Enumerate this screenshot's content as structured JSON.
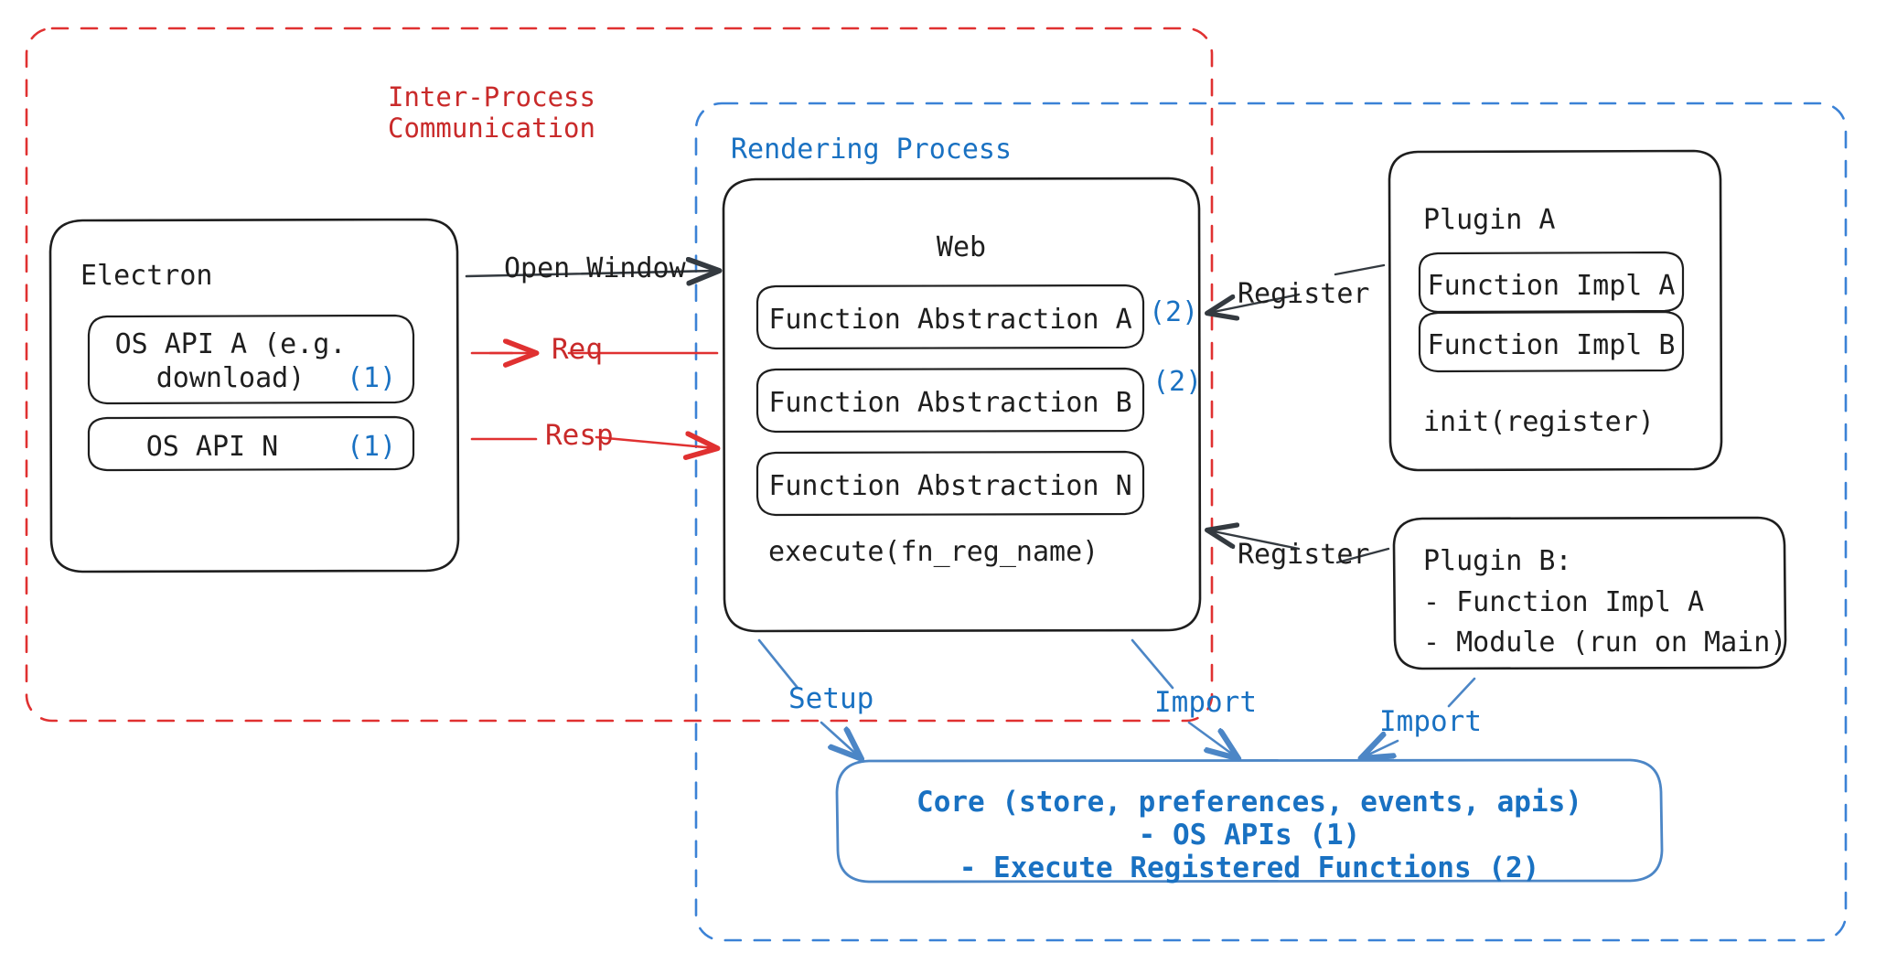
{
  "diagram": {
    "title": "Electron plugin architecture",
    "colors": {
      "black": "#1e1e1e",
      "red": "#c92a2a",
      "blue": "#1971c2",
      "core_blue": "#2f6fbd",
      "arrow_gray": "#343a40"
    },
    "groups": {
      "ipc": {
        "label": "Inter-Process\nCommunication",
        "label_line1": "Inter-Process",
        "label_line2": "Communication",
        "style": "dashed",
        "color": "#c92a2a"
      },
      "rendering": {
        "label": "Rendering Process",
        "style": "dashed",
        "color": "#1971c2"
      }
    },
    "nodes": {
      "electron": {
        "title": "Electron",
        "children": [
          {
            "label": "OS API A (e.g.\ndownload)",
            "line1": "OS API A (e.g.",
            "line2": "download)",
            "badge": "(1)"
          },
          {
            "label": "OS API N",
            "line1": "OS API N",
            "badge": "(1)"
          }
        ]
      },
      "web": {
        "title": "Web",
        "children": [
          {
            "label": "Function Abstraction A",
            "badge": "(2)"
          },
          {
            "label": "Function Abstraction B",
            "badge": "(2)"
          },
          {
            "label": "Function Abstraction N",
            "badge": ""
          }
        ],
        "footer": "execute(fn_reg_name)"
      },
      "plugin_a": {
        "title": "Plugin A",
        "children": [
          {
            "label": "Function Impl A"
          },
          {
            "label": "Function Impl B"
          }
        ],
        "footer": "init(register)"
      },
      "plugin_b": {
        "title": "Plugin B:",
        "lines": [
          "- Function Impl A",
          "- Module (run on Main)"
        ]
      },
      "core": {
        "lines": [
          "Core (store, preferences, events, apis)",
          "- OS APIs (1)",
          "- Execute Registered Functions (2)"
        ]
      }
    },
    "edges": [
      {
        "label": "Open Window",
        "color": "#1e1e1e",
        "from": "electron",
        "to": "web",
        "direction": "right"
      },
      {
        "label": "Req",
        "color": "#c92a2a",
        "from": "web",
        "to": "electron",
        "direction": "left"
      },
      {
        "label": "Resp",
        "color": "#c92a2a",
        "from": "electron",
        "to": "web",
        "direction": "right"
      },
      {
        "label": "Register",
        "color": "#1e1e1e",
        "from": "plugin_a",
        "to": "web",
        "direction": "left"
      },
      {
        "label": "Register",
        "color": "#1e1e1e",
        "from": "plugin_b",
        "to": "web",
        "direction": "left"
      },
      {
        "label": "Setup",
        "color": "#1971c2",
        "from": "web",
        "to": "core",
        "direction": "down"
      },
      {
        "label": "Import",
        "color": "#1971c2",
        "from": "web",
        "to": "core",
        "direction": "down"
      },
      {
        "label": "Import",
        "color": "#1971c2",
        "from": "plugin_b",
        "to": "core",
        "direction": "down-left"
      }
    ]
  }
}
